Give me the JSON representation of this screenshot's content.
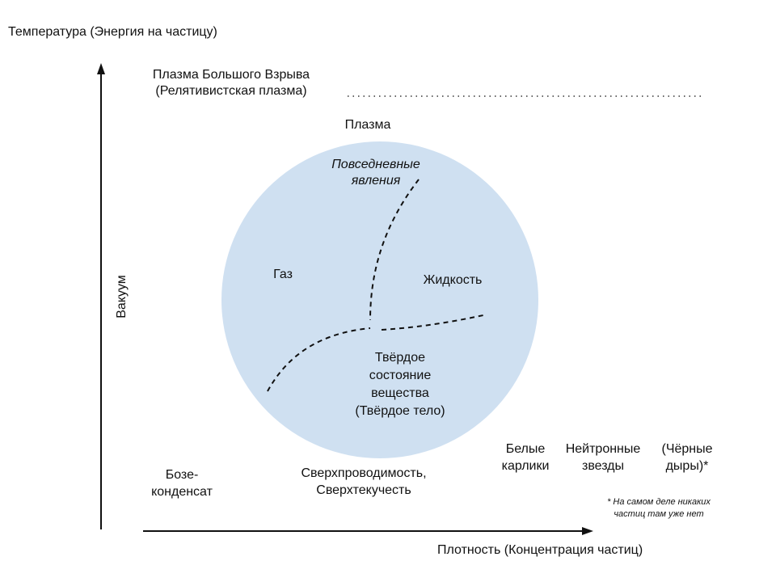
{
  "axes": {
    "y_title": "Температура (Энергия на частицу)",
    "x_title": "Плотность (Концентрация частиц)",
    "vacuum": "Вакуум"
  },
  "regions": {
    "big_bang_line1": "Плазма Большого Взрыва",
    "big_bang_line2": "(Релятивистская плазма)",
    "plasma": "Плазма",
    "everyday_line1": "Повседневные",
    "everyday_line2": "явления",
    "gas": "Газ",
    "liquid": "Жидкость",
    "solid_line1": "Твёрдое",
    "solid_line2": "состояние",
    "solid_line3": "вещества",
    "solid_line4": "(Твёрдое тело)",
    "bose_line1": "Бозе-",
    "bose_line2": "конденсат",
    "super_line1": "Сверхпроводимость,",
    "super_line2": "Сверхтекучесть",
    "white_line1": "Белые",
    "white_line2": "карлики",
    "neutron_line1": "Нейтронные",
    "neutron_line2": "звезды",
    "black_line1": "(Чёрные",
    "black_line2": "дыры)*"
  },
  "footnote": {
    "line1": "* На самом деле никаких",
    "line2": "частиц там уже нет"
  },
  "colors": {
    "everyday_circle": "#cfe0f1",
    "lines": "#111111"
  }
}
